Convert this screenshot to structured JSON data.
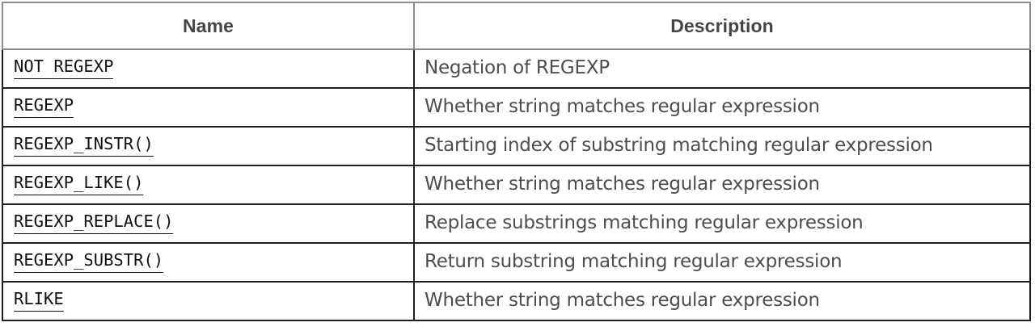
{
  "table": {
    "columns": [
      {
        "key": "name",
        "label": "Name"
      },
      {
        "key": "description",
        "label": "Description"
      }
    ],
    "rows": [
      {
        "name": "NOT REGEXP",
        "description": "Negation of REGEXP"
      },
      {
        "name": "REGEXP",
        "description": "Whether string matches regular expression"
      },
      {
        "name": "REGEXP_INSTR()",
        "description": "Starting index of substring matching regular expression"
      },
      {
        "name": "REGEXP_LIKE()",
        "description": "Whether string matches regular expression"
      },
      {
        "name": "REGEXP_REPLACE()",
        "description": "Replace substrings matching regular expression"
      },
      {
        "name": "REGEXP_SUBSTR()",
        "description": "Return substring matching regular expression"
      },
      {
        "name": "RLIKE",
        "description": "Whether string matches regular expression"
      }
    ],
    "colors": {
      "header_text": "#454545",
      "header_border": "#8c8c8c",
      "body_border": "#1f1f1f",
      "link_text": "#111111",
      "description_text": "#4d4d4d",
      "background": "#ffffff"
    }
  }
}
